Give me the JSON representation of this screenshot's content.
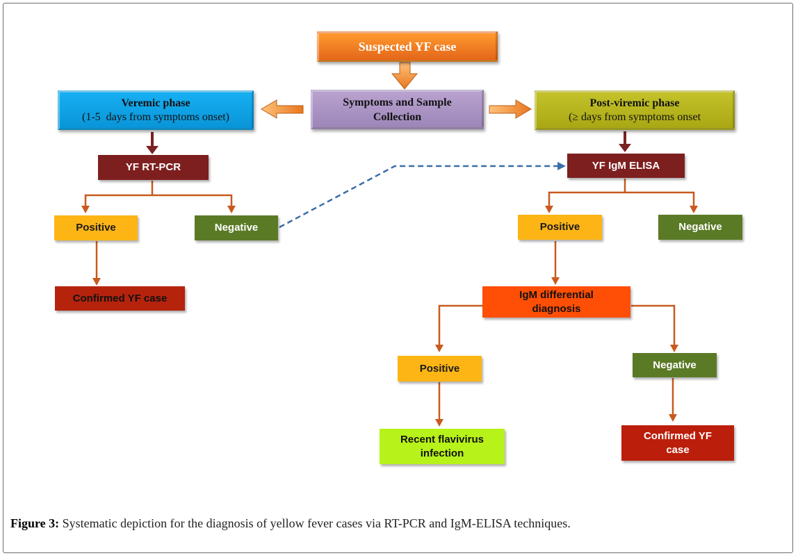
{
  "diagram": {
    "suspected": "Suspected YF case",
    "symptoms": "Symptoms and Sample Collection",
    "viremic_title": "Veremic phase",
    "viremic_sub": "(1-5  days from symptoms onset)",
    "postviremic_title": "Post-viremic phase",
    "postviremic_sub": "(≥ days from symptoms onset",
    "rtpcr": "YF RT-PCR",
    "rtpcr_positive": "Positive",
    "rtpcr_negative": "Negative",
    "rtpcr_confirmed": "Confirmed YF case",
    "elisa": "YF IgM ELISA",
    "elisa_positive": "Positive",
    "elisa_negative": "Negative",
    "differential": "IgM differential diagnosis",
    "diff_positive": "Positive",
    "diff_negative": "Negative",
    "recent_flavivirus": "Recent flavivirus infection",
    "diff_confirmed": "Confirmed YF case"
  },
  "caption": {
    "label": "Figure 3:",
    "text": " Systematic depiction for the diagnosis of yellow fever cases via RT-PCR and IgM-ELISA techniques."
  },
  "colors": {
    "connector": "#c85a1e",
    "dashed_link": "#3a6ea8",
    "dark_arrow": "#7a2222"
  }
}
